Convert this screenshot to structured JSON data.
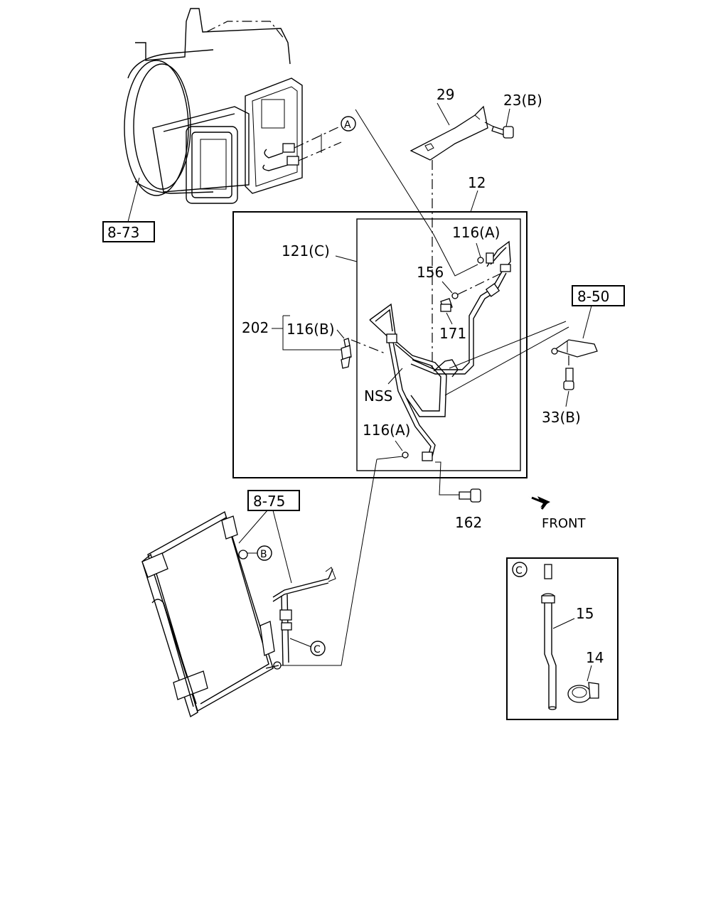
{
  "labels": {
    "ref_8_73": "8-73",
    "ref_8_50": "8-50",
    "ref_8_75": "8-75",
    "p29": "29",
    "p23b": "23(B)",
    "p12": "12",
    "p116a_top": "116(A)",
    "p121c": "121(C)",
    "p156": "156",
    "p171": "171",
    "p202": "202",
    "p116b": "116(B)",
    "nss": "NSS",
    "p33b": "33(B)",
    "p116a_low": "116(A)",
    "p162": "162",
    "front": "FRONT",
    "p15": "15",
    "p14": "14"
  },
  "markers": {
    "a": "A",
    "b": "B",
    "c_condenser": "C",
    "c_detail": "C"
  }
}
